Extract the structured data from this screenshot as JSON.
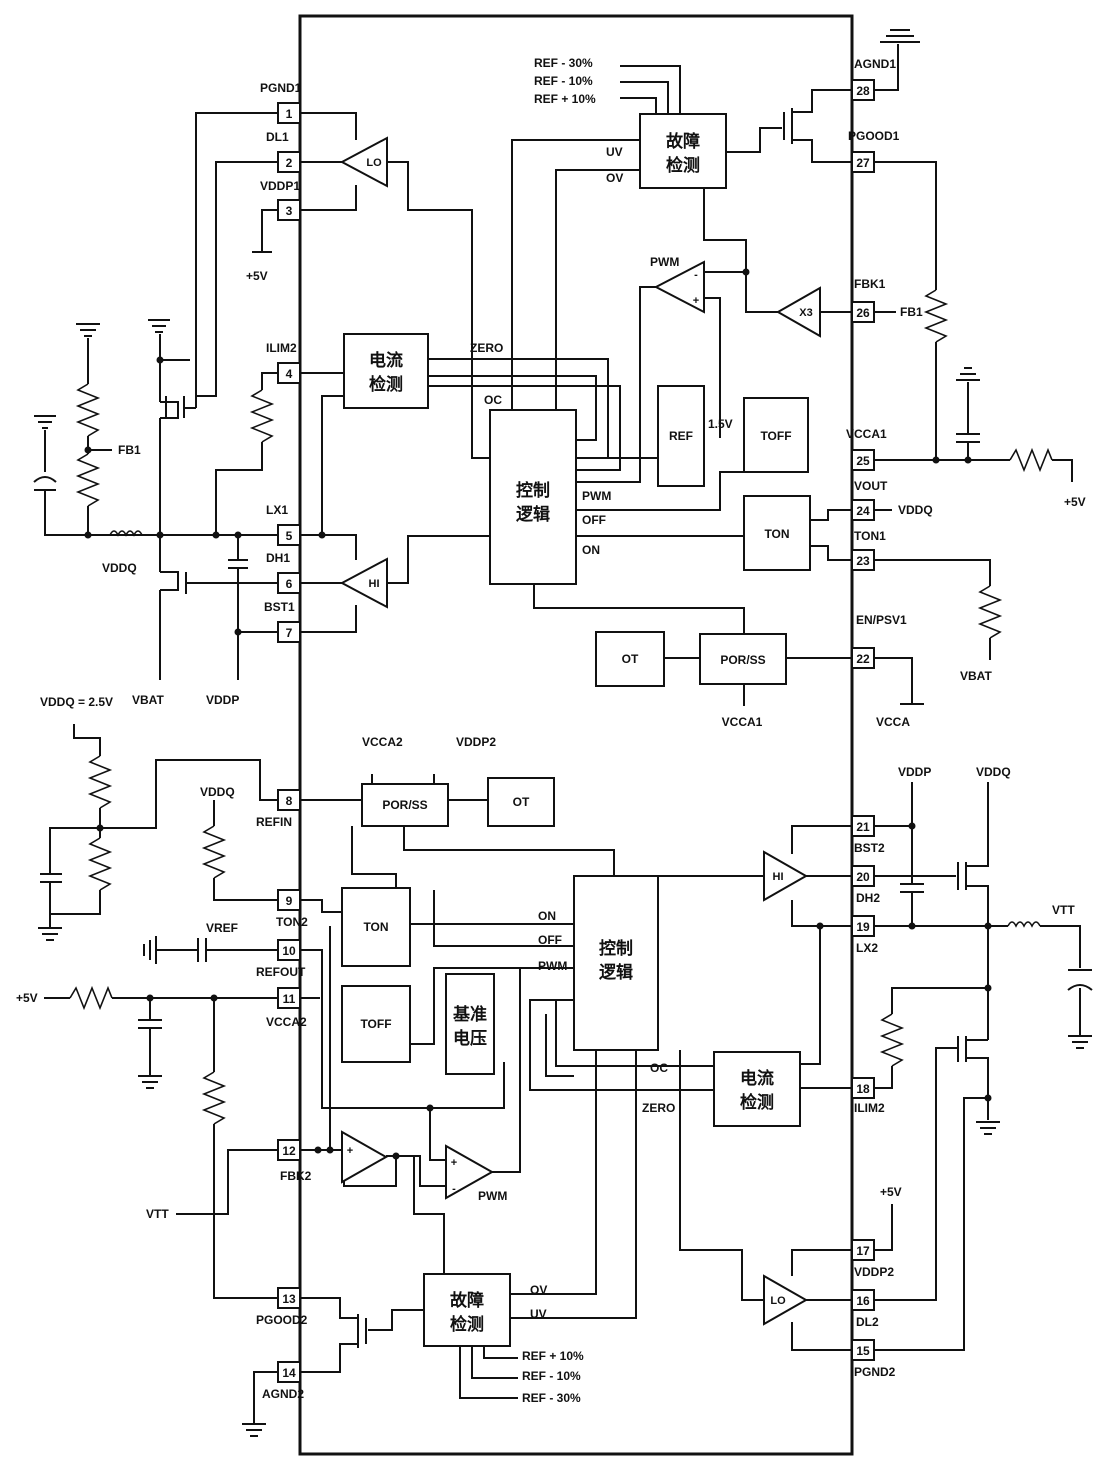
{
  "chip": {
    "blocks": {
      "current_sense_1": [
        "电流",
        "检测"
      ],
      "fault_1": [
        "故障",
        "检测"
      ],
      "control_1": [
        "控制",
        "逻辑"
      ],
      "ref_1": "REF",
      "toff_1": "TOFF",
      "ton_1": "TON",
      "ot_1": "OT",
      "porss_1": "POR/SS",
      "porss_2": "POR/SS",
      "ot_2": "OT",
      "ton_2": "TON",
      "toff_2": "TOFF",
      "vref_2": [
        "基准",
        "电压"
      ],
      "control_2": [
        "控制",
        "逻辑"
      ],
      "current_sense_2": [
        "电流",
        "检测"
      ],
      "fault_2": [
        "故障",
        "检测"
      ]
    },
    "drivers": {
      "lo": "LO",
      "hi": "HI",
      "x3": "X3"
    },
    "signals": {
      "uv": "UV",
      "ov": "OV",
      "zero": "ZERO",
      "oc": "OC",
      "pwm": "PWM",
      "off": "OFF",
      "on": "ON",
      "v15": "1.5V",
      "ref_m30": "REF - 30%",
      "ref_m10": "REF - 10%",
      "ref_p10": "REF + 10%",
      "vcca2": "VCCA2",
      "vddp2": "VDDP2",
      "vcca1_sub": "VCCA1",
      "plus": "+",
      "minus": "-"
    }
  },
  "pins": [
    {
      "num": "1",
      "name": "PGND1"
    },
    {
      "num": "2",
      "name": "DL1"
    },
    {
      "num": "3",
      "name": "VDDP1"
    },
    {
      "num": "4",
      "name": "ILIM2"
    },
    {
      "num": "5",
      "name": "LX1"
    },
    {
      "num": "6",
      "name": "DH1"
    },
    {
      "num": "7",
      "name": "BST1"
    },
    {
      "num": "8",
      "name": "REFIN"
    },
    {
      "num": "9",
      "name": "TON2"
    },
    {
      "num": "10",
      "name": "REFOUT"
    },
    {
      "num": "11",
      "name": "VCCA2"
    },
    {
      "num": "12",
      "name": "FBK2"
    },
    {
      "num": "13",
      "name": "PGOOD2"
    },
    {
      "num": "14",
      "name": "AGND2"
    },
    {
      "num": "15",
      "name": "PGND2"
    },
    {
      "num": "16",
      "name": "DL2"
    },
    {
      "num": "17",
      "name": "VDDP2"
    },
    {
      "num": "18",
      "name": "ILIM2"
    },
    {
      "num": "19",
      "name": "LX2"
    },
    {
      "num": "20",
      "name": "DH2"
    },
    {
      "num": "21",
      "name": "BST2"
    },
    {
      "num": "22",
      "name": "EN/PSV1"
    },
    {
      "num": "23",
      "name": "TON1"
    },
    {
      "num": "24",
      "name": "VOUT"
    },
    {
      "num": "25",
      "name": "VCCA1"
    },
    {
      "num": "26",
      "name": "FBK1"
    },
    {
      "num": "27",
      "name": "PGOOD1"
    },
    {
      "num": "28",
      "name": "AGND1"
    }
  ],
  "external": {
    "plus5v": "+5V",
    "fb1": "FB1",
    "vddq": "VDDQ",
    "vbat": "VBAT",
    "vddp": "VDDP",
    "vcca": "VCCA",
    "vddq_25": "VDDQ = 2.5V",
    "vref": "VREF",
    "vtt": "VTT"
  }
}
